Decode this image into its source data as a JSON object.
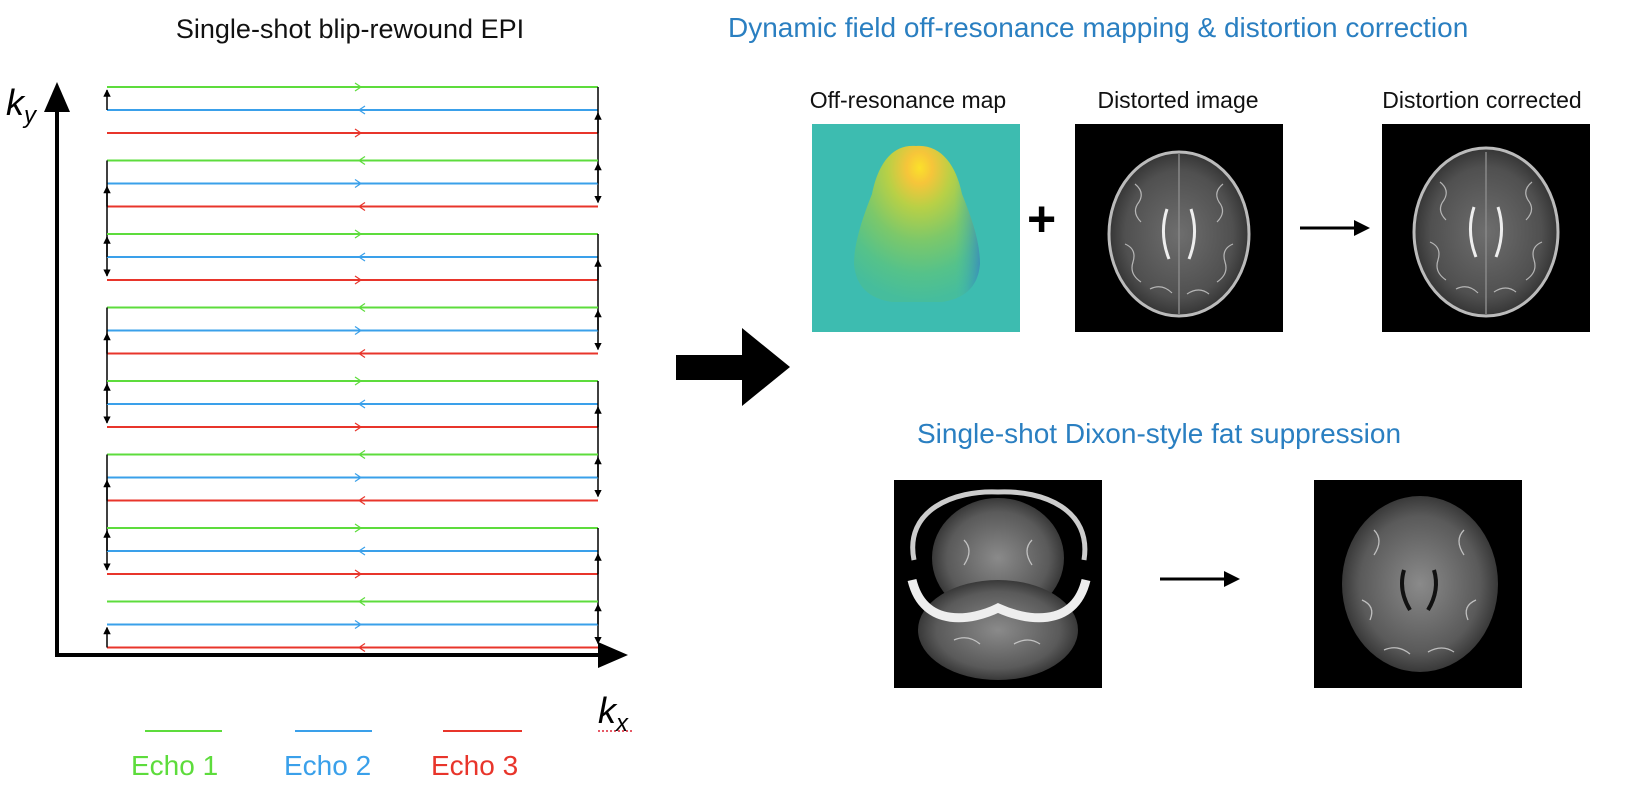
{
  "left": {
    "title": "Single-shot blip-rewound EPI",
    "axis_y": {
      "letter": "k",
      "sub": "y"
    },
    "axis_x": {
      "letter": "k",
      "sub": "x"
    },
    "legend": [
      {
        "label": "Echo 1",
        "color": "#5ddc3c"
      },
      {
        "label": "Echo 2",
        "color": "#3aa0ea"
      },
      {
        "label": "Echo 3",
        "color": "#e8352b"
      }
    ]
  },
  "right": {
    "top_title": "Dynamic field off-resonance mapping  & distortion correction",
    "panels": [
      {
        "label": "Off-resonance map"
      },
      {
        "label": "Distorted image"
      },
      {
        "label": "Distortion corrected"
      }
    ],
    "plus_symbol": "+",
    "bottom_title": "Single-shot Dixon-style fat suppression"
  },
  "colors": {
    "title_blue": "#2a7fc1",
    "map_background": "#3dbcb0"
  }
}
